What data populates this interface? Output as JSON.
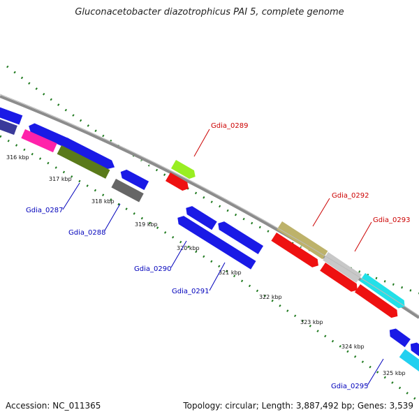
{
  "title": "Gluconacetobacter diazotrophicus PAI 5, complete genome",
  "footer": {
    "accession": "Accession: NC_011365",
    "summary": "Topology: circular; Length: 3,887,492 bp; Genes: 3,539"
  },
  "colors": {
    "backbone": "#8c8c8c",
    "tick": "#1f7a1f",
    "forward_label": "#cc0000",
    "reverse_label": "#0000bb"
  },
  "ticks": [
    "316 kbp",
    "317 kbp",
    "318 kbp",
    "319 kbp",
    "320 kbp",
    "321 kbp",
    "322 kbp",
    "323 kbp",
    "324 kbp",
    "325 kbp"
  ],
  "labels": {
    "forward": [
      "Gdia_0289",
      "Gdia_0292",
      "Gdia_0293"
    ],
    "reverse": [
      "Gdia_0287",
      "Gdia_0288",
      "Gdia_0290",
      "Gdia_0291",
      "Gdia_0295"
    ]
  }
}
